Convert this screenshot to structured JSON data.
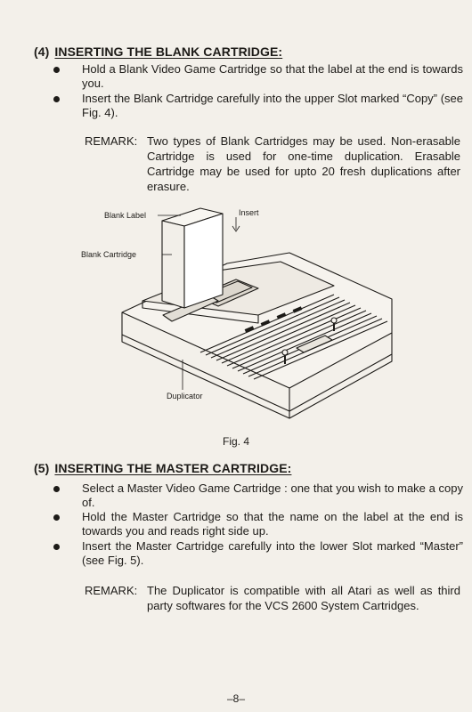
{
  "section4": {
    "number": "(4)",
    "title": "INSERTING THE BLANK CARTRIDGE:",
    "bullets": [
      "Hold a Blank Video Game Cartridge so that the label at the end is towards you.",
      "Insert the Blank Cartridge carefully into the upper Slot marked “Copy” (see Fig. 4)."
    ],
    "remark_label": "REMARK:",
    "remark_text": "Two types of Blank Cartridges may be used. Non-erasable Cartridge is used for one-time duplication. Erasable Cartridge may be used for upto 20 fresh duplications after erasure."
  },
  "figure": {
    "labels": {
      "blank_label": "Blank Label",
      "insert": "Insert",
      "blank_cartridge": "Blank Cartridge",
      "duplicator": "Duplicator"
    },
    "caption": "Fig. 4"
  },
  "section5": {
    "number": "(5)",
    "title": "INSERTING THE MASTER CARTRIDGE:",
    "bullets": [
      "Select a Master Video Game Cartridge : one that you wish to make a copy of.",
      "Hold the Master Cartridge so that the name on the label at the end is towards you and reads right side up.",
      "Insert the Master Cartridge carefully into the lower Slot marked “Master” (see Fig. 5)."
    ],
    "remark_label": "REMARK:",
    "remark_text": "The Duplicator is compatible with all Atari as well as third party softwares for the VCS 2600 System Cartridges."
  },
  "page_number": "–8–"
}
